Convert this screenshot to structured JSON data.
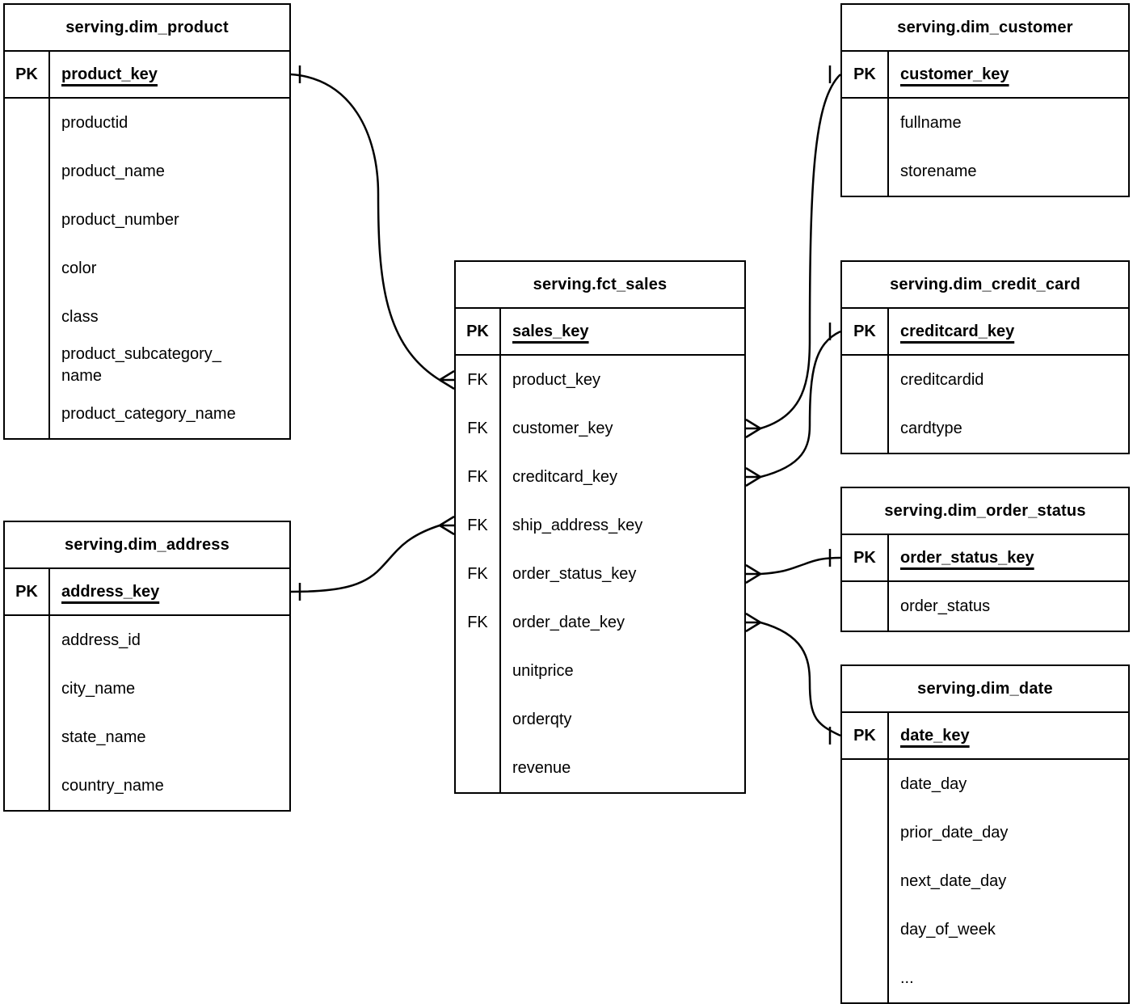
{
  "diagram": {
    "kind": "entity-relationship-diagram",
    "background_color": "#ffffff",
    "line_color": "#000000",
    "text_color": "#000000",
    "pk_badge": "PK",
    "fk_badge": "FK"
  },
  "tables": [
    {
      "id": "dim_product",
      "title": "serving.dim_product",
      "rows": [
        {
          "key": "PK",
          "name": "product_key",
          "is_pk": true
        },
        {
          "key": "",
          "name": "productid"
        },
        {
          "key": "",
          "name": "product_name"
        },
        {
          "key": "",
          "name": "product_number"
        },
        {
          "key": "",
          "name": "color"
        },
        {
          "key": "",
          "name": "class"
        },
        {
          "key": "",
          "name": "product_subcategory_\nname"
        },
        {
          "key": "",
          "name": "product_category_name"
        }
      ]
    },
    {
      "id": "dim_customer",
      "title": "serving.dim_customer",
      "rows": [
        {
          "key": "PK",
          "name": "customer_key",
          "is_pk": true
        },
        {
          "key": "",
          "name": "fullname"
        },
        {
          "key": "",
          "name": "storename"
        }
      ]
    },
    {
      "id": "fct_sales",
      "title": "serving.fct_sales",
      "rows": [
        {
          "key": "PK",
          "name": "sales_key",
          "is_pk": true
        },
        {
          "key": "FK",
          "name": "product_key"
        },
        {
          "key": "FK",
          "name": "customer_key"
        },
        {
          "key": "FK",
          "name": "creditcard_key"
        },
        {
          "key": "FK",
          "name": "ship_address_key"
        },
        {
          "key": "FK",
          "name": "order_status_key"
        },
        {
          "key": "FK",
          "name": "order_date_key"
        },
        {
          "key": "",
          "name": "unitprice"
        },
        {
          "key": "",
          "name": "orderqty"
        },
        {
          "key": "",
          "name": "revenue"
        }
      ]
    },
    {
      "id": "dim_credit_card",
      "title": "serving.dim_credit_card",
      "rows": [
        {
          "key": "PK",
          "name": "creditcard_key",
          "is_pk": true
        },
        {
          "key": "",
          "name": "creditcardid"
        },
        {
          "key": "",
          "name": "cardtype"
        }
      ]
    },
    {
      "id": "dim_order_status",
      "title": "serving.dim_order_status",
      "rows": [
        {
          "key": "PK",
          "name": "order_status_key",
          "is_pk": true
        },
        {
          "key": "",
          "name": "order_status"
        }
      ]
    },
    {
      "id": "dim_date",
      "title": "serving.dim_date",
      "rows": [
        {
          "key": "PK",
          "name": "date_key",
          "is_pk": true
        },
        {
          "key": "",
          "name": "date_day"
        },
        {
          "key": "",
          "name": "prior_date_day"
        },
        {
          "key": "",
          "name": "next_date_day"
        },
        {
          "key": "",
          "name": "day_of_week"
        },
        {
          "key": "",
          "name": "..."
        }
      ]
    },
    {
      "id": "dim_address",
      "title": "serving.dim_address",
      "rows": [
        {
          "key": "PK",
          "name": "address_key",
          "is_pk": true
        },
        {
          "key": "",
          "name": "address_id"
        },
        {
          "key": "",
          "name": "city_name"
        },
        {
          "key": "",
          "name": "state_name"
        },
        {
          "key": "",
          "name": "country_name"
        }
      ]
    }
  ],
  "relationships": [
    {
      "one": {
        "table": "dim_product",
        "field": "product_key"
      },
      "many": {
        "table": "fct_sales",
        "field": "product_key"
      },
      "one_marker": "tick",
      "many_marker": "crow-foot"
    },
    {
      "one": {
        "table": "dim_customer",
        "field": "customer_key"
      },
      "many": {
        "table": "fct_sales",
        "field": "customer_key"
      },
      "one_marker": "tick",
      "many_marker": "crow-foot"
    },
    {
      "one": {
        "table": "dim_credit_card",
        "field": "creditcard_key"
      },
      "many": {
        "table": "fct_sales",
        "field": "creditcard_key"
      },
      "one_marker": "tick",
      "many_marker": "crow-foot"
    },
    {
      "one": {
        "table": "dim_order_status",
        "field": "order_status_key"
      },
      "many": {
        "table": "fct_sales",
        "field": "order_status_key"
      },
      "one_marker": "tick",
      "many_marker": "crow-foot"
    },
    {
      "one": {
        "table": "dim_date",
        "field": "date_key"
      },
      "many": {
        "table": "fct_sales",
        "field": "order_date_key"
      },
      "one_marker": "tick",
      "many_marker": "crow-foot"
    },
    {
      "one": {
        "table": "dim_address",
        "field": "address_key"
      },
      "many": {
        "table": "fct_sales",
        "field": "ship_address_key"
      },
      "one_marker": "tick",
      "many_marker": "crow-foot"
    }
  ]
}
